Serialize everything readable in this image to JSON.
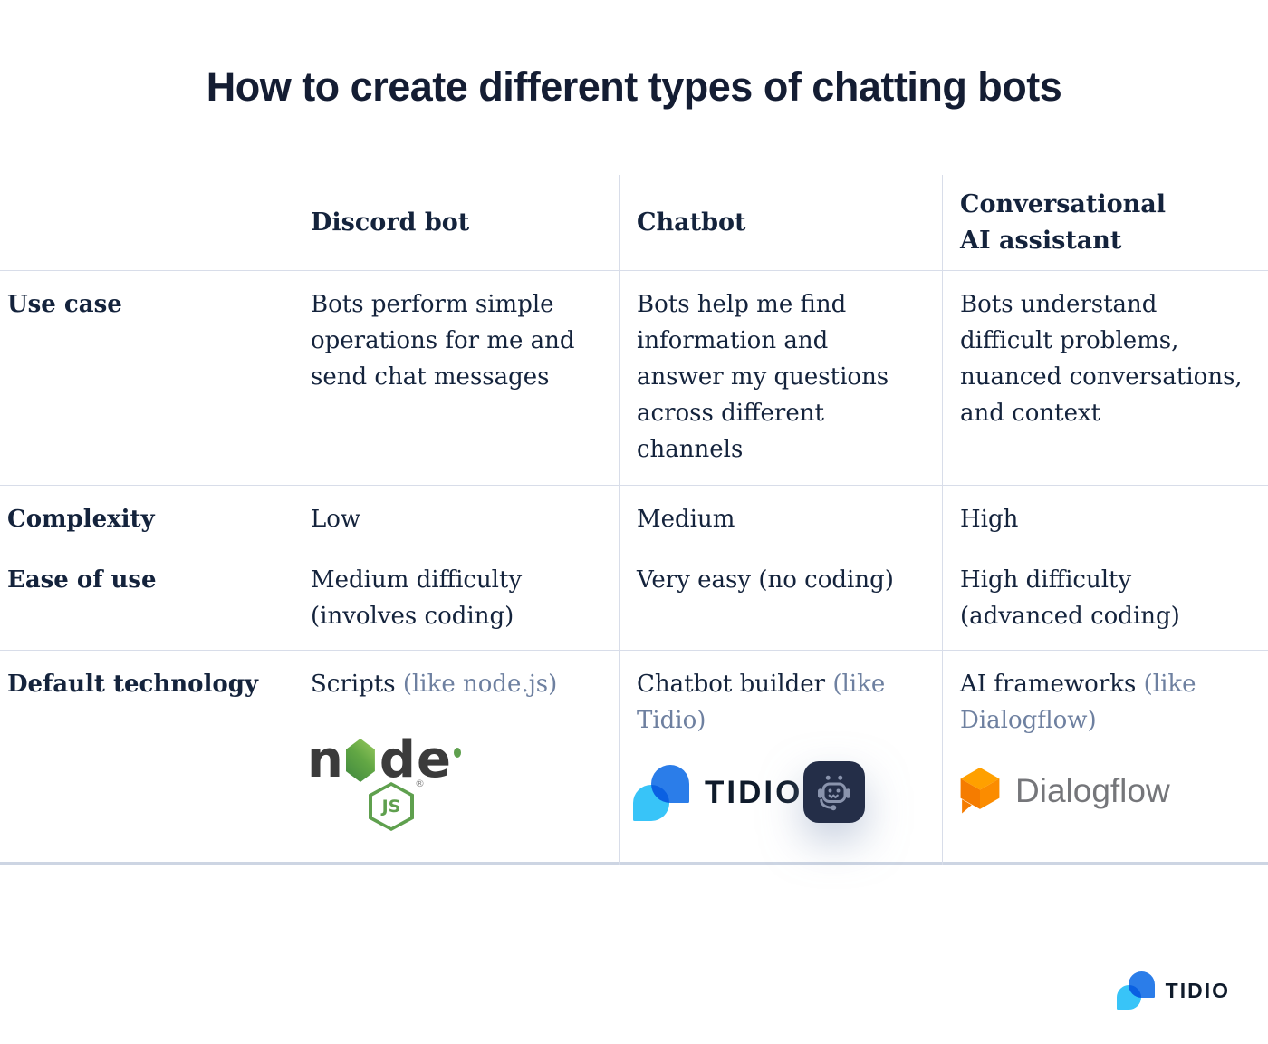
{
  "title": "How to create different types of chatting bots",
  "table": {
    "columns": [
      {
        "label": "Discord bot"
      },
      {
        "label": "Chatbot"
      },
      {
        "label": "Conversational\nAI assistant"
      }
    ],
    "rows": [
      {
        "label": "Use case",
        "cells": [
          {
            "main": "Bots perform simple\noperations for me and\nsend chat messages"
          },
          {
            "main": "Bots help me find\ninformation and\nanswer my questions\nacross different\nchannels"
          },
          {
            "main": "Bots understand\ndifficult problems,\nnuanced conversations,\nand context"
          }
        ]
      },
      {
        "label": "Complexity",
        "cells": [
          {
            "main": "Low"
          },
          {
            "main": "Medium"
          },
          {
            "main": "High"
          }
        ]
      },
      {
        "label": "Ease of use",
        "cells": [
          {
            "main": "Medium difficulty\n(involves coding)"
          },
          {
            "main": "Very easy (no coding)"
          },
          {
            "main": "High difficulty\n(advanced coding)"
          }
        ]
      },
      {
        "label": "Default technology",
        "cells": [
          {
            "main": "Scripts",
            "note": "(like node.js)"
          },
          {
            "main": "Chatbot builder",
            "note": "(like Tidio)"
          },
          {
            "main": "AI frameworks",
            "note": "(like Dialogflow)"
          }
        ]
      }
    ]
  },
  "logos": {
    "nodejs": {
      "letter_n": "n",
      "letter_d": "d",
      "letter_e": "e",
      "badge": "JS",
      "registered": "®"
    },
    "tidio": {
      "wordmark": "TIDIO"
    },
    "dialogflow": {
      "wordmark": "Dialogflow"
    },
    "footer_tidio": {
      "wordmark": "TIDIO"
    }
  },
  "colors": {
    "title": "#141d33",
    "body_text": "#14233c",
    "note_text": "#6e80a0",
    "grid_line": "#d8dde9",
    "bottom_border": "#cdd5e3",
    "tidio_blue": "#2b7de9",
    "tidio_cyan": "#38c4f8",
    "node_green": "#5fa04e",
    "dialogflow_orange_top": "#FFA000",
    "dialogflow_orange": "#F57C00",
    "bot_icon_bg": "#242e48",
    "bot_icon_glyph": "#8a94ad"
  }
}
